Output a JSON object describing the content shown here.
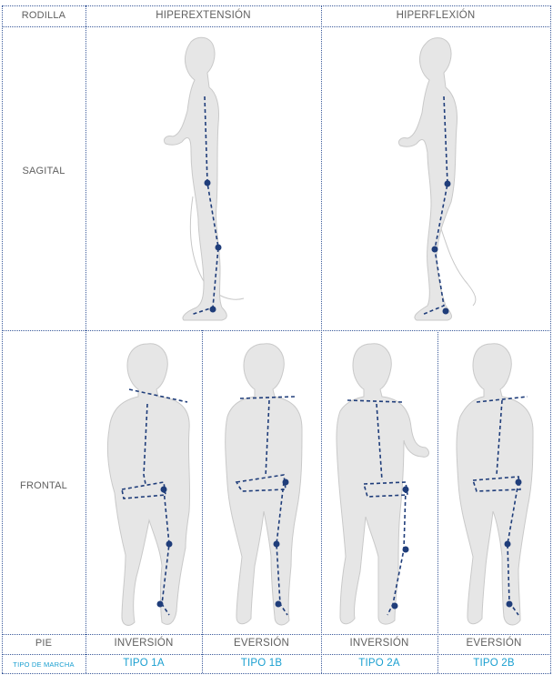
{
  "header": {
    "row_label": "RODILLA",
    "col_hyperextension": "HIPEREXTENSIÓN",
    "col_hyperflexion": "HIPERFLEXIÓN"
  },
  "rows": {
    "sagittal": "SAGITAL",
    "frontal": "FRONTAL",
    "foot": "PIE",
    "gait_type": "TIPO DE MARCHA"
  },
  "columns": [
    {
      "foot": "INVERSIÓN",
      "gait": "TIPO 1A"
    },
    {
      "foot": "EVERSIÓN",
      "gait": "TIPO 1B"
    },
    {
      "foot": "INVERSIÓN",
      "gait": "TIPO 2A"
    },
    {
      "foot": "EVERSIÓN",
      "gait": "TIPO 2B"
    }
  ],
  "colors": {
    "grid": "#3b5a9a",
    "text": "#606060",
    "accent": "#1a9fd0",
    "marker": "#1f3d7a",
    "figure": "#e6e6e6"
  }
}
